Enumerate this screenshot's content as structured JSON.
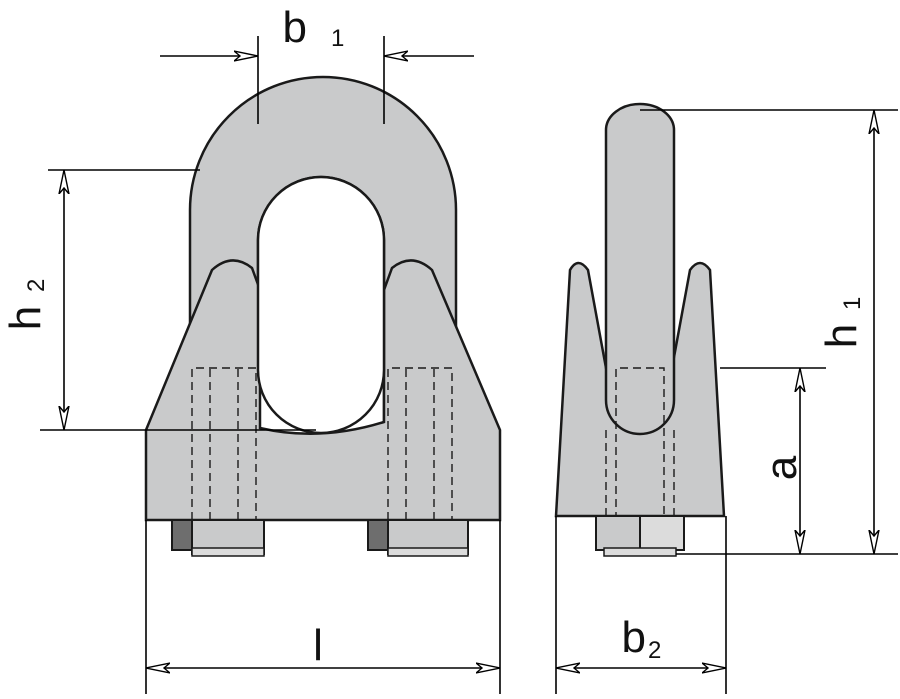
{
  "colors": {
    "background": "#ffffff",
    "part_fill": "#c9cacb",
    "part_fill_light": "#d6d7d8",
    "part_stroke": "#1a1a1a",
    "nut_dark": "#6e6e6e",
    "nut_light": "#dcdcdc",
    "dimension_line": "#000000"
  },
  "dimensions": {
    "b1": {
      "base": "b",
      "sub": "1"
    },
    "h2": {
      "base": "h",
      "sub": "2"
    },
    "h1": {
      "base": "h",
      "sub": "1"
    },
    "a": {
      "base": "a",
      "sub": ""
    },
    "l": {
      "base": "l",
      "sub": ""
    },
    "b2": {
      "base": "b",
      "sub": "2"
    }
  }
}
